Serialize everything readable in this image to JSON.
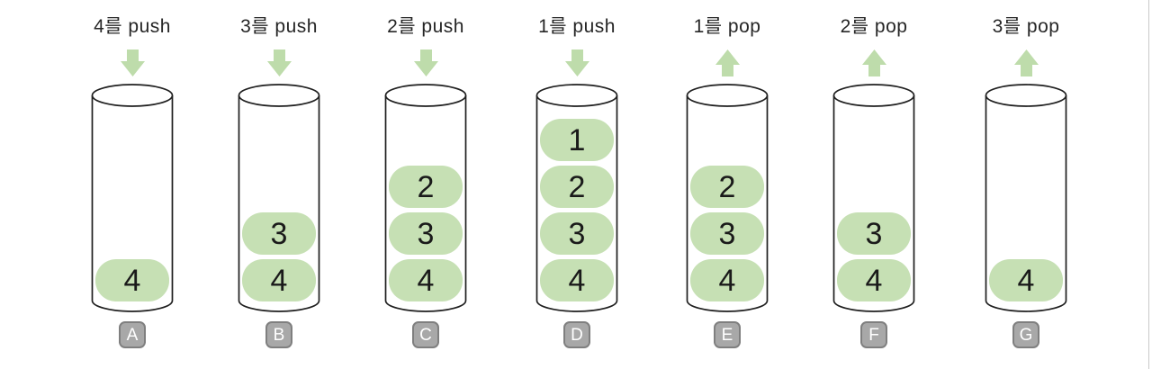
{
  "diagram": {
    "topic": "stack push/pop steps",
    "colors": {
      "pill_fill": "#c6e0b4",
      "arrow_fill": "#bedcab",
      "cylinder_stroke": "#1f1f1f",
      "badge_fill": "#a8a8a8",
      "badge_border": "#7f7f7f",
      "badge_text": "#ffffff",
      "label_text": "#262626",
      "pill_text": "#1a1a1a",
      "edge_line": "#c9c9c9"
    },
    "columns": [
      {
        "label": "4를 push",
        "operation": "push",
        "direction": "down",
        "stack": [
          "4"
        ],
        "badge": "A"
      },
      {
        "label": "3를 push",
        "operation": "push",
        "direction": "down",
        "stack": [
          "3",
          "4"
        ],
        "badge": "B"
      },
      {
        "label": "2를 push",
        "operation": "push",
        "direction": "down",
        "stack": [
          "2",
          "3",
          "4"
        ],
        "badge": "C"
      },
      {
        "label": "1를 push",
        "operation": "push",
        "direction": "down",
        "stack": [
          "1",
          "2",
          "3",
          "4"
        ],
        "badge": "D"
      },
      {
        "label": "1를 pop",
        "operation": "pop",
        "direction": "up",
        "stack": [
          "2",
          "3",
          "4"
        ],
        "badge": "E"
      },
      {
        "label": "2를 pop",
        "operation": "pop",
        "direction": "up",
        "stack": [
          "3",
          "4"
        ],
        "badge": "F"
      },
      {
        "label": "3를 pop",
        "operation": "pop",
        "direction": "up",
        "stack": [
          "4"
        ],
        "badge": "G"
      }
    ]
  }
}
